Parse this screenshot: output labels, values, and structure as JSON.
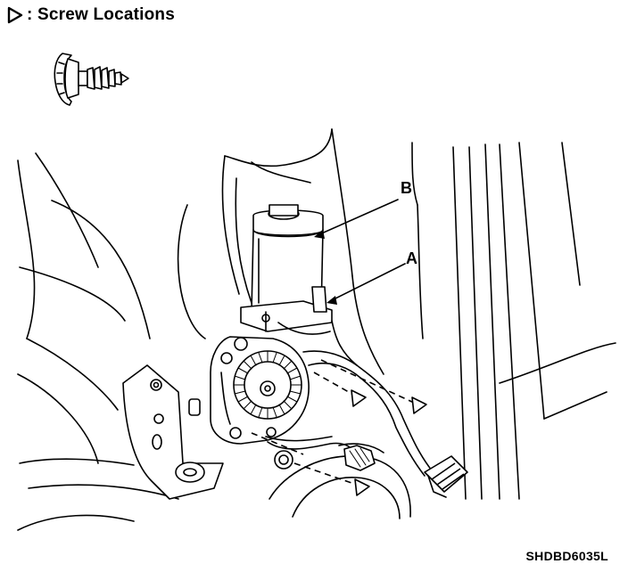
{
  "legend": {
    "label": ": Screw Locations",
    "icon": "hollow-triangle-marker-icon"
  },
  "callouts": {
    "a": "A",
    "b": "B"
  },
  "figure_id": "SHDBD6035L"
}
